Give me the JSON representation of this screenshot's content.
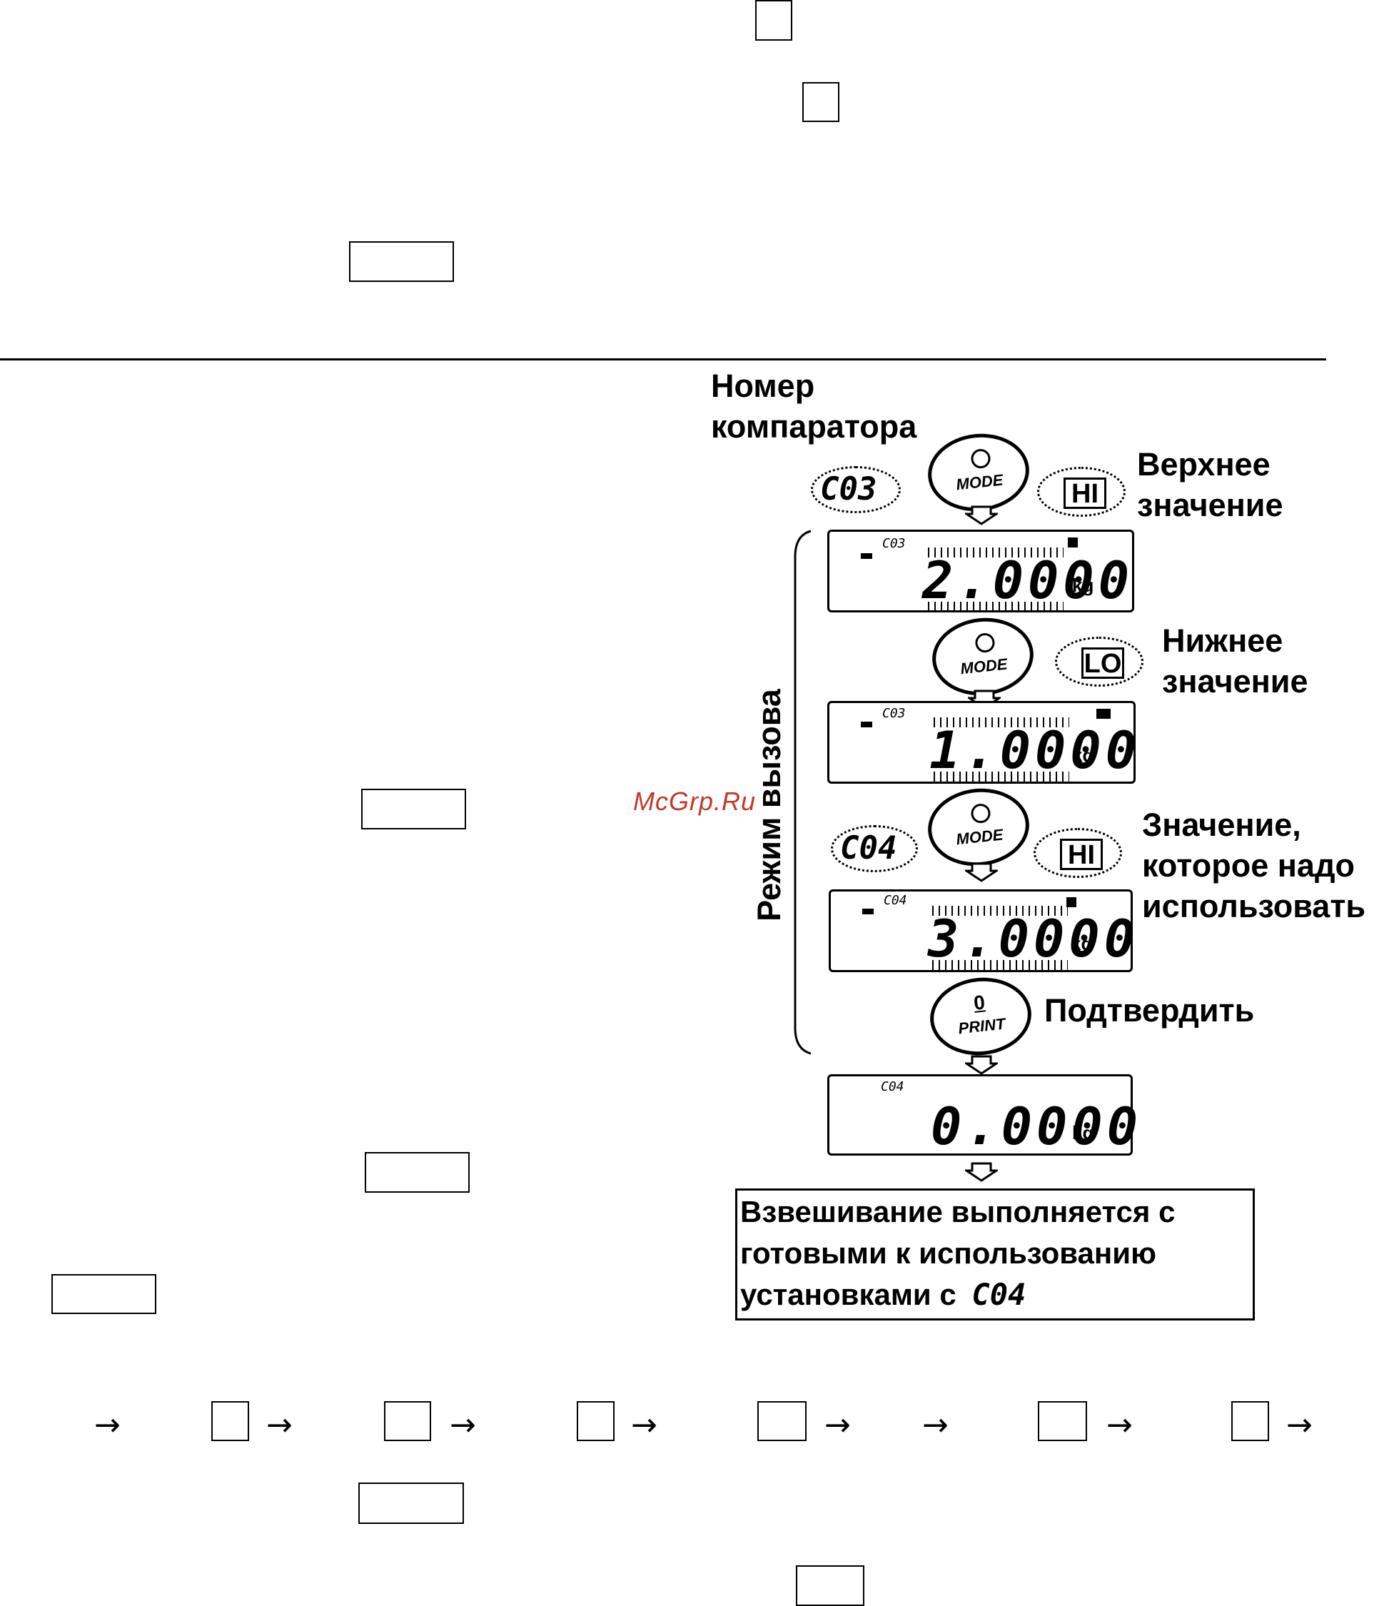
{
  "diagram": {
    "label_comparator_line1": "Номер",
    "label_comparator_line2": "компаратора",
    "label_upper_line1": "Верхнее",
    "label_upper_line2": "значение",
    "label_lower_line1": "Нижнее",
    "label_lower_line2": "значение",
    "label_value_line1": "Значение,",
    "label_value_line2": "которое надо",
    "label_value_line3": "использовать",
    "label_confirm": "Подтвердить",
    "label_recall_mode": "Режим вызова",
    "button_mode": "MODE",
    "button_print": "PRINT",
    "code_c03": "C03",
    "code_c04": "C04",
    "badge_hi": "HI",
    "badge_lo": "LO",
    "display1_value": "2.0000",
    "display2_value": "1.0000",
    "display3_value": "3.0000",
    "display4_value": "0.0000",
    "unit": "kg",
    "result_line1": "Взвешивание выполняется с",
    "result_line2": "готовыми к использованию",
    "result_line3": "установками с",
    "result_code": "C04"
  },
  "flow_arrows": [
    "→",
    "→",
    "→",
    "→",
    "→",
    "→",
    "→",
    "→"
  ],
  "watermark": "McGrp.Ru"
}
